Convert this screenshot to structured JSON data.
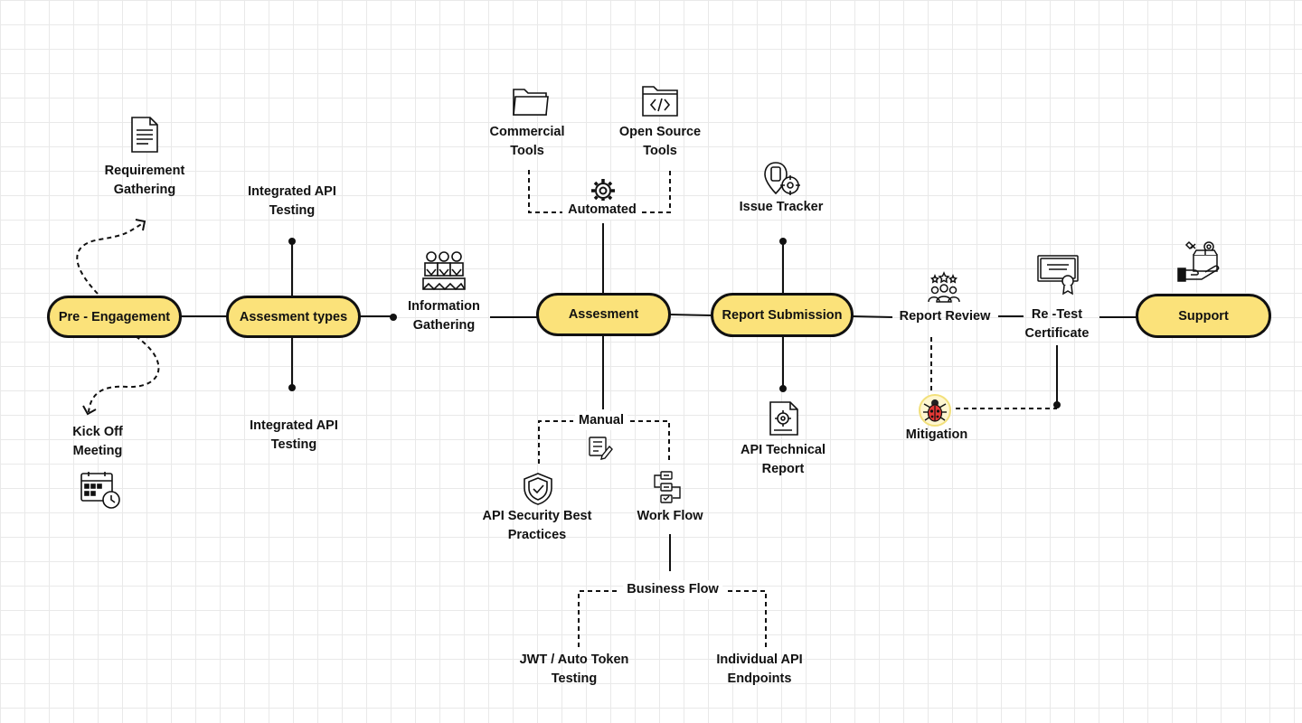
{
  "nodes": {
    "pre_engagement": "Pre - Engagement",
    "assessment_types": "Assesment types",
    "assessment": "Assesment",
    "report_submission": "Report Submission",
    "support": "Support"
  },
  "labels": {
    "requirement_gathering": [
      "Requirement",
      "Gathering"
    ],
    "kick_off_meeting": [
      "Kick Off",
      "Meeting"
    ],
    "integrated_api_testing_top": [
      "Integrated API",
      "Testing"
    ],
    "integrated_api_testing_bottom": [
      "Integrated API",
      "Testing"
    ],
    "information_gathering": [
      "Information",
      "Gathering"
    ],
    "commercial_tools": [
      "Commercial",
      "Tools"
    ],
    "open_source_tools": [
      "Open Source",
      "Tools"
    ],
    "automated": "Automated",
    "manual": "Manual",
    "api_security_best_practices": [
      "API Security Best",
      "Practices"
    ],
    "work_flow": "Work Flow",
    "business_flow": "Business Flow",
    "jwt_auto_token_testing": [
      "JWT / Auto Token",
      "Testing"
    ],
    "individual_api_endpoints": [
      "Individual API",
      "Endpoints"
    ],
    "issue_tracker": "Issue Tracker",
    "api_technical_report": [
      "API Technical",
      "Report"
    ],
    "report_review": "Report Review",
    "mitigation": "Mitigation",
    "retest_certificate": [
      "Re -Test",
      "Certificate"
    ]
  },
  "colors": {
    "node_fill": "#fbe27a",
    "outline": "#111111",
    "grid": "#e9e9e9",
    "bug": "#e53935"
  },
  "icons": {
    "requirement_gathering": "document-icon",
    "kick_off_meeting": "calendar-clock-icon",
    "information_gathering": "team-icon",
    "commercial_tools": "folder-icon",
    "open_source_tools": "code-folder-icon",
    "automated": "gear-icon",
    "manual": "checklist-pen-icon",
    "api_security_best_practices": "shield-icon",
    "work_flow": "workflow-icon",
    "issue_tracker": "phone-target-icon",
    "api_technical_report": "report-gear-icon",
    "report_review": "review-team-icon",
    "mitigation": "bug-icon",
    "retest_certificate": "certificate-icon",
    "support": "support-hand-icon"
  }
}
